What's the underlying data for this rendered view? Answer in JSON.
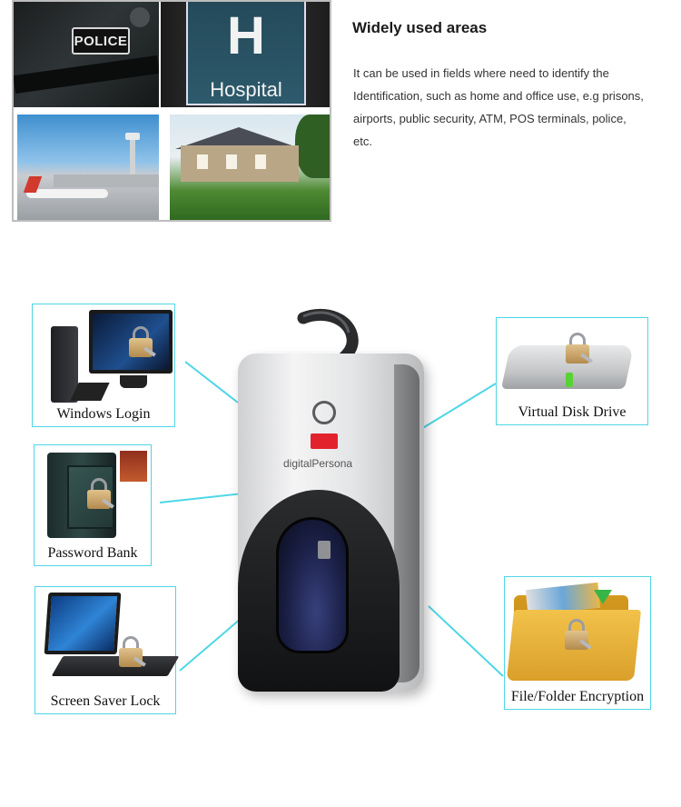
{
  "areas": {
    "title": "Widely used areas",
    "description": "It can be used in fields where need to identify the Identification, such as home and office use, e.g prisons, airports, public security, ATM, POS terminals, police, etc."
  },
  "photos": {
    "police_patch": "POLICE",
    "hospital_letter": "H",
    "hospital_word": "Hospital"
  },
  "device": {
    "brand": "digitalPersona"
  },
  "features": {
    "windows_login": "Windows Login",
    "password_bank": "Password Bank",
    "screen_saver_lock": "Screen Saver Lock",
    "virtual_disk_drive": "Virtual Disk Drive",
    "file_folder_encryption": "File/Folder Encryption"
  },
  "colors": {
    "accent_cyan": "#4fd6e6",
    "led_red": "#e2232e"
  },
  "icons": [
    "padlock-icon",
    "desktop-computer-icon",
    "safe-icon",
    "laptop-icon",
    "hard-disk-icon",
    "folder-icon",
    "fingerprint-scanner-icon"
  ]
}
